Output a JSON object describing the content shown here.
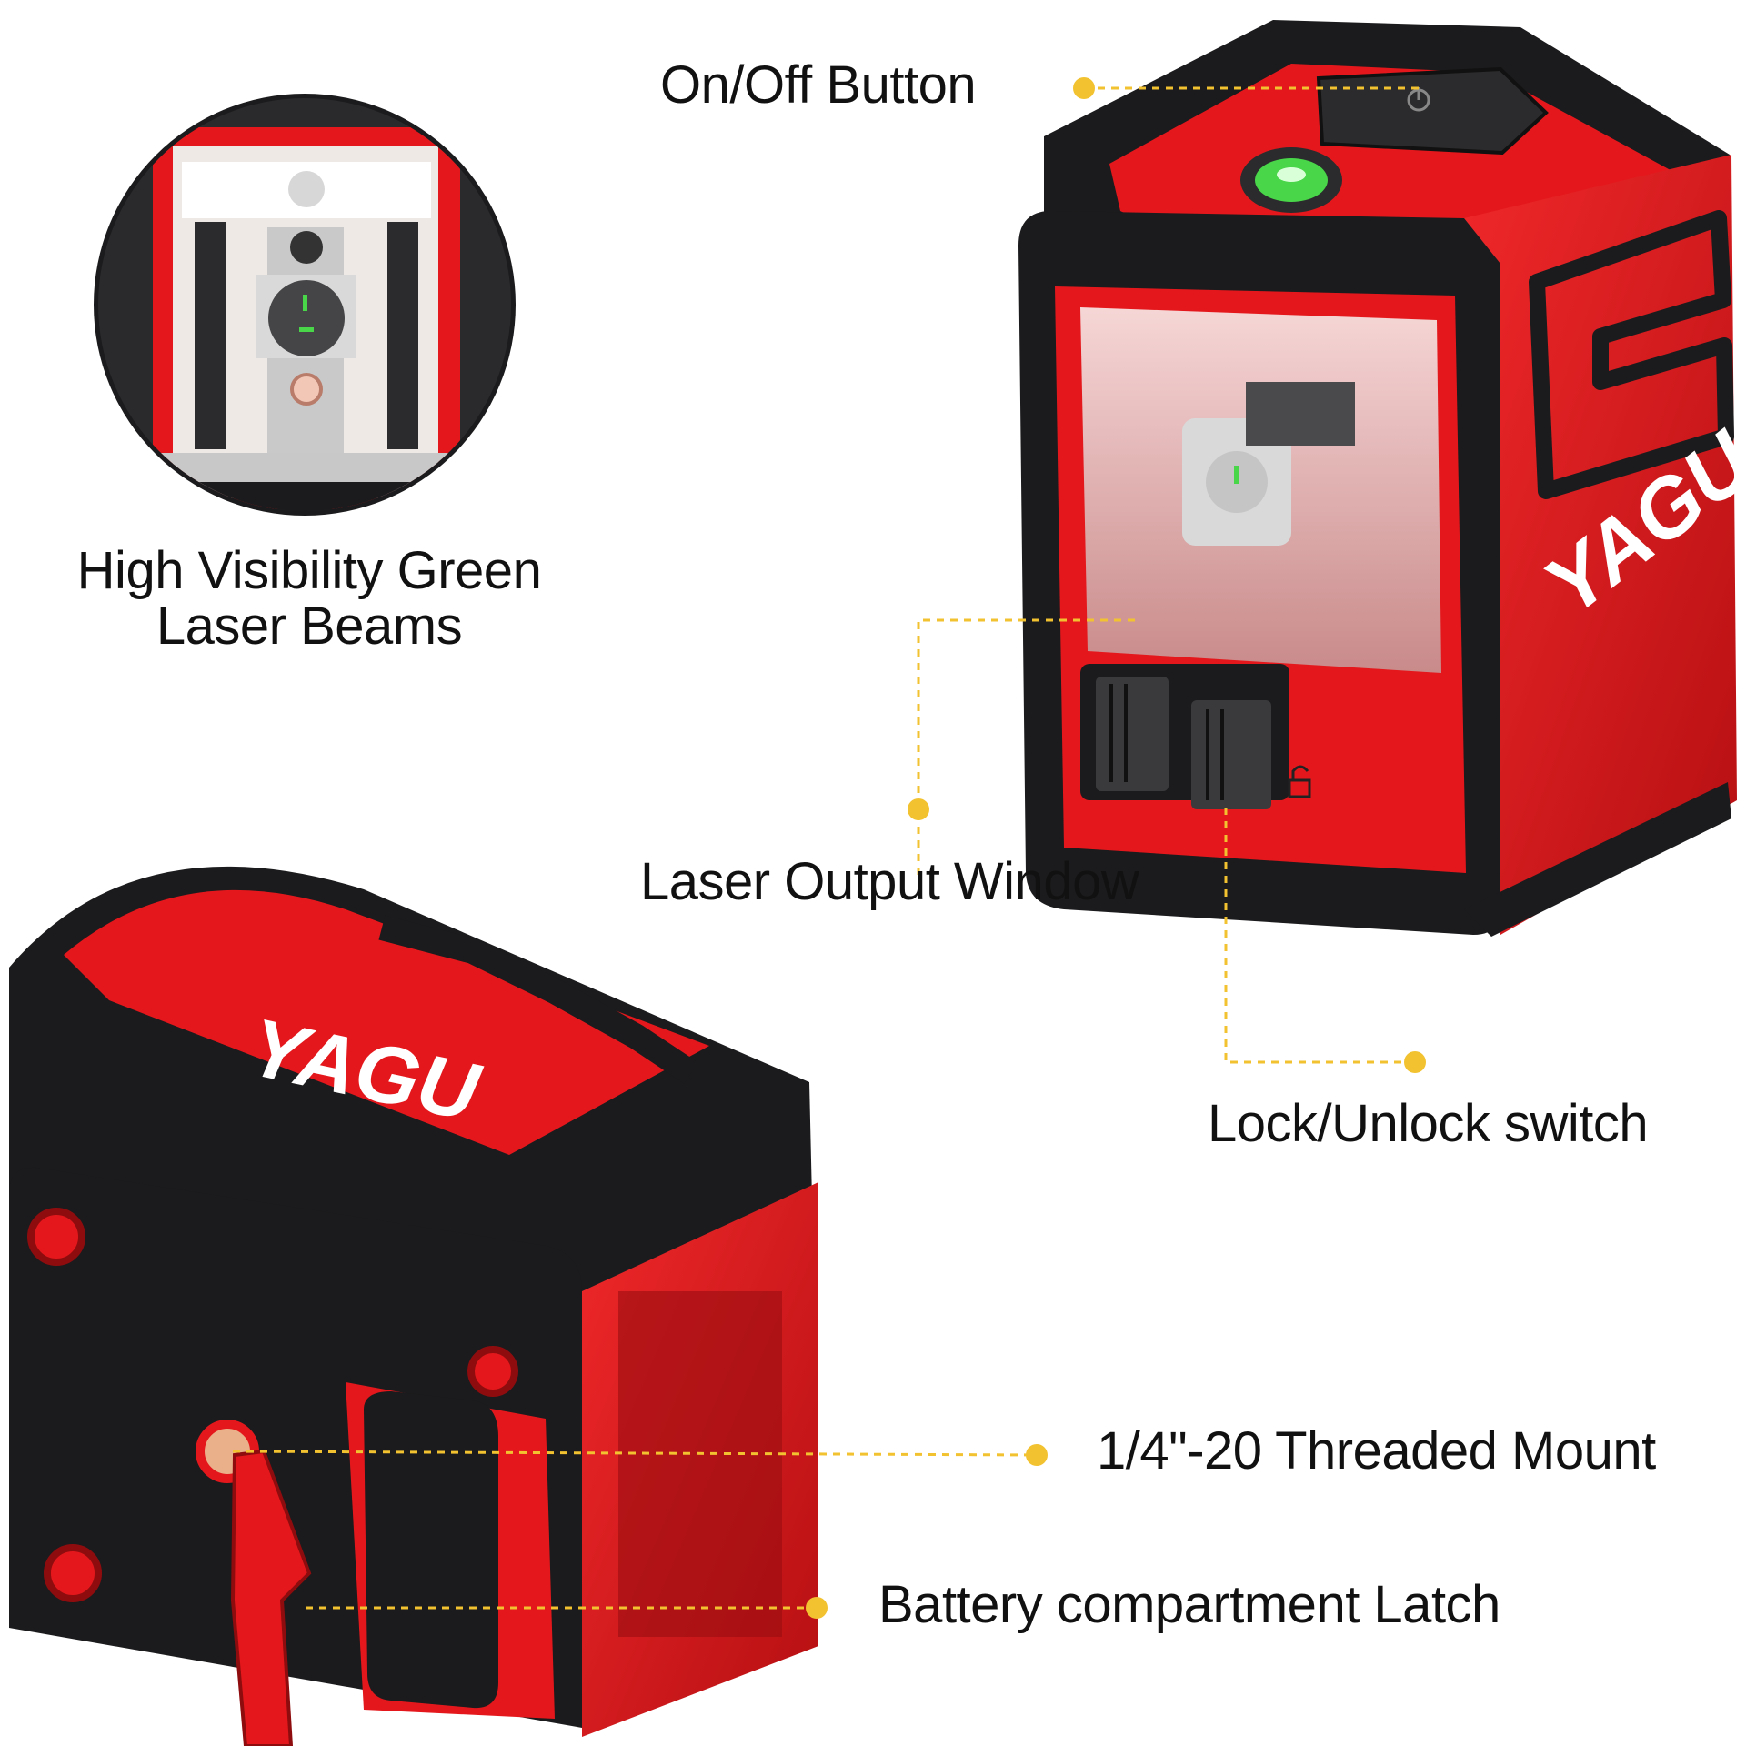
{
  "brand": {
    "logo_text": "YAGU"
  },
  "colors": {
    "product_red": "#e4181c",
    "dark_red": "#8f0c0e",
    "body_black": "#1b1b1d",
    "leader_line": "#f2c230",
    "level_green": "#49d649"
  },
  "callouts": {
    "on_off_button": "On/Off Button",
    "green_beams_line1": "High Visibility Green",
    "green_beams_line2": "Laser Beams",
    "laser_output_window": "Laser Output Window",
    "lock_unlock_switch": "Lock/Unlock switch",
    "threaded_mount": "1/4\"-20 Threaded Mount",
    "battery_latch": "Battery compartment Latch"
  },
  "icons": [
    "power-icon",
    "unlock-icon",
    "bubble-level-icon"
  ]
}
